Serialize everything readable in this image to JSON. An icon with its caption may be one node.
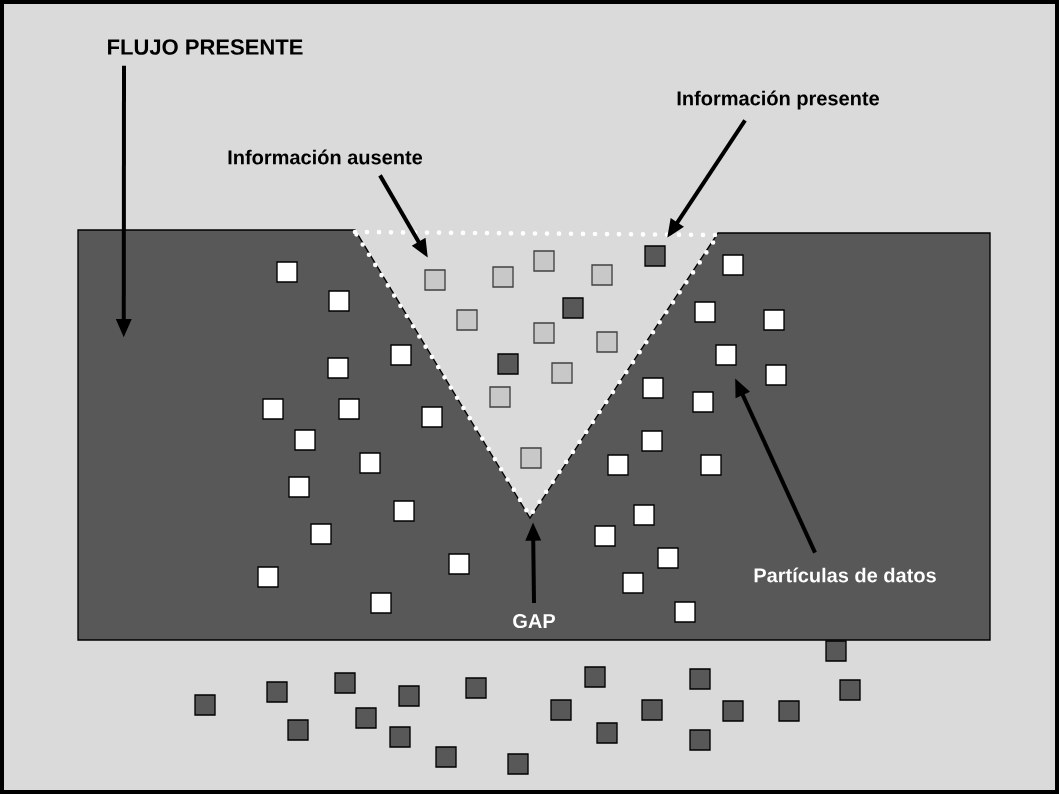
{
  "diagram": {
    "nodes": [
      {
        "text": [
          "FLUJO PRESENTE"
        ]
      },
      {
        "text": [
          "Información ausente"
        ]
      },
      {
        "text": [
          "Información presente"
        ]
      },
      {
        "text": [
          "GAP"
        ],
        "in": 5
      },
      {
        "text": [
          "Partículas de datos"
        ],
        "in": 5
      },
      {
        "text": [],
        "shape": "band"
      }
    ],
    "edges": [
      {
        "from": 0,
        "to": 5,
        "arrow": "to"
      },
      {
        "from": 1,
        "to": null,
        "arrow": "to"
      },
      {
        "from": 2,
        "to": null,
        "arrow": "to"
      },
      {
        "from": 3,
        "to": null,
        "arrow": "to"
      },
      {
        "from": 4,
        "to": null,
        "arrow": "to"
      }
    ]
  }
}
